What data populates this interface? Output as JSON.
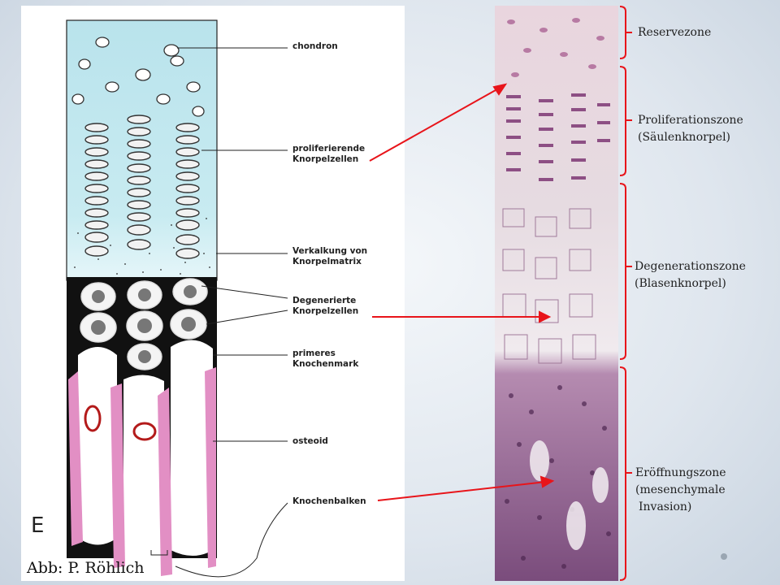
{
  "figure": {
    "labels": {
      "chondron": "chondron",
      "proliferating_1": "proliferierende",
      "proliferating_2": "Knorpelzellen",
      "calcification_1": "Verkalkung von",
      "calcification_2": "Knorpelmatrix",
      "degenerated_1": "Degenerierte",
      "degenerated_2": "Knorpelzellen",
      "primary_marrow_1": "primeres",
      "primary_marrow_2": "Knochenmark",
      "osteoid": "osteoid",
      "trabeculae": "Knochenbalken"
    },
    "panel_letter": "E",
    "credit": "Abb: P. Röhlich"
  },
  "zones": {
    "reserve": "Reservezone",
    "proliferation_1": "Proliferationszone",
    "proliferation_2": "(Säulenknorpel)",
    "degeneration_1": "Degenerationszone",
    "degeneration_2": "(Blasenknorpel)",
    "opening_1": "Eröffnungszone",
    "opening_2": "(mesenchymale",
    "opening_3": "Invasion)"
  },
  "colors": {
    "arrow": "#e8141a",
    "cartilage": "#bfe6ee",
    "bone_pink": "#e28fc4",
    "matrix_black": "#111111",
    "histology_pink": "#d9b3c8",
    "histology_purple": "#6b3d6e"
  }
}
